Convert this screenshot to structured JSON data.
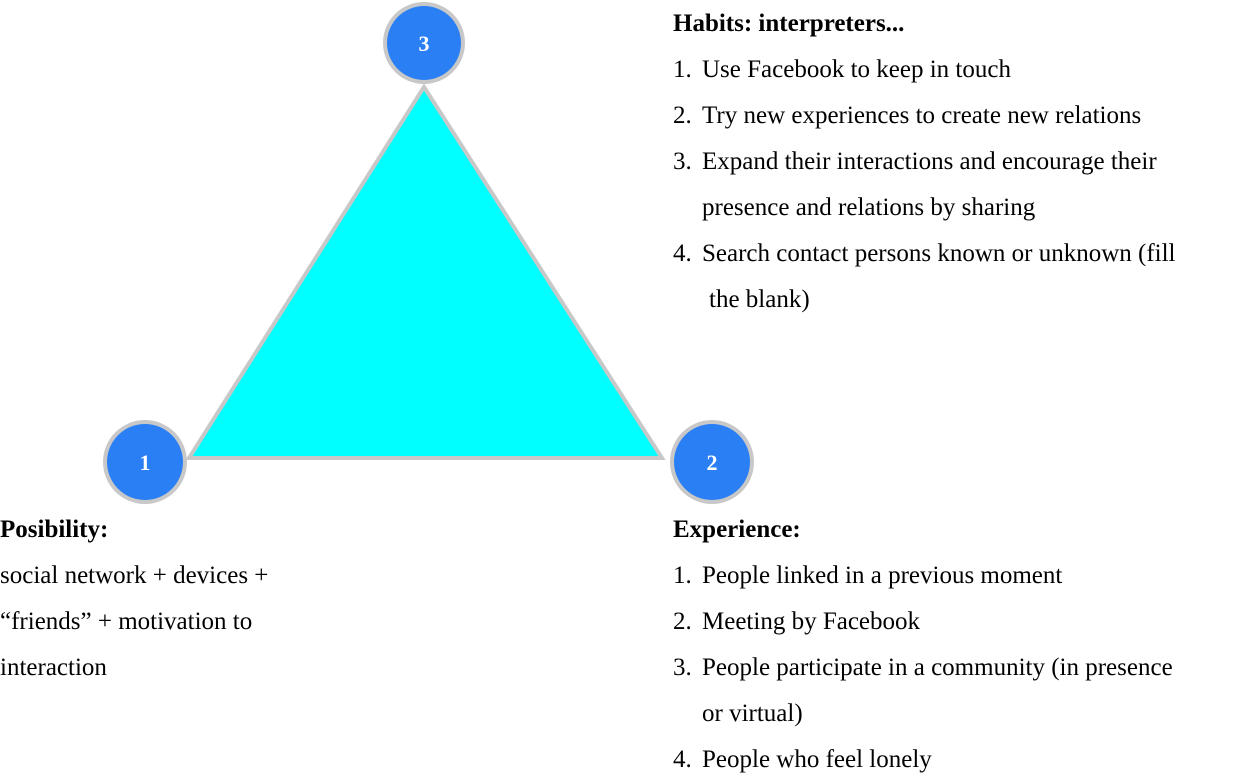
{
  "colors": {
    "triangle_fill": "#00FFFF",
    "triangle_stroke": "#C8C8C8",
    "node_fill": "#2A7FF5",
    "node_ring": "#C8C8C8",
    "node_text": "#FFFFFF"
  },
  "nodes": [
    {
      "id": "1",
      "label": "1"
    },
    {
      "id": "2",
      "label": "2"
    },
    {
      "id": "3",
      "label": "3"
    }
  ],
  "habits": {
    "heading": "Habits: interpreters...",
    "items": [
      {
        "num": "1.",
        "text": "Use Facebook to keep in touch"
      },
      {
        "num": "2.",
        "text": "Try new experiences to create new relations"
      },
      {
        "num": "3.",
        "text_line1": "Expand their interactions and encourage their",
        "text_line2": "presence and relations by sharing"
      },
      {
        "num": "4.",
        "text_line1": "Search contact persons known or unknown (fill",
        "text_line2": "the blank)"
      }
    ]
  },
  "possibility": {
    "heading": "Posibility:",
    "lines": [
      "social network + devices +",
      "“friends” + motivation to",
      "interaction"
    ]
  },
  "experience": {
    "heading": "Experience:",
    "items": [
      {
        "num": "1.",
        "text": "People linked in a previous moment"
      },
      {
        "num": "2.",
        "text": "Meeting by Facebook"
      },
      {
        "num": "3.",
        "text_line1": "People participate in a community (in presence",
        "text_line2": "or virtual)"
      },
      {
        "num": "4.",
        "text": "People who feel lonely"
      }
    ]
  }
}
